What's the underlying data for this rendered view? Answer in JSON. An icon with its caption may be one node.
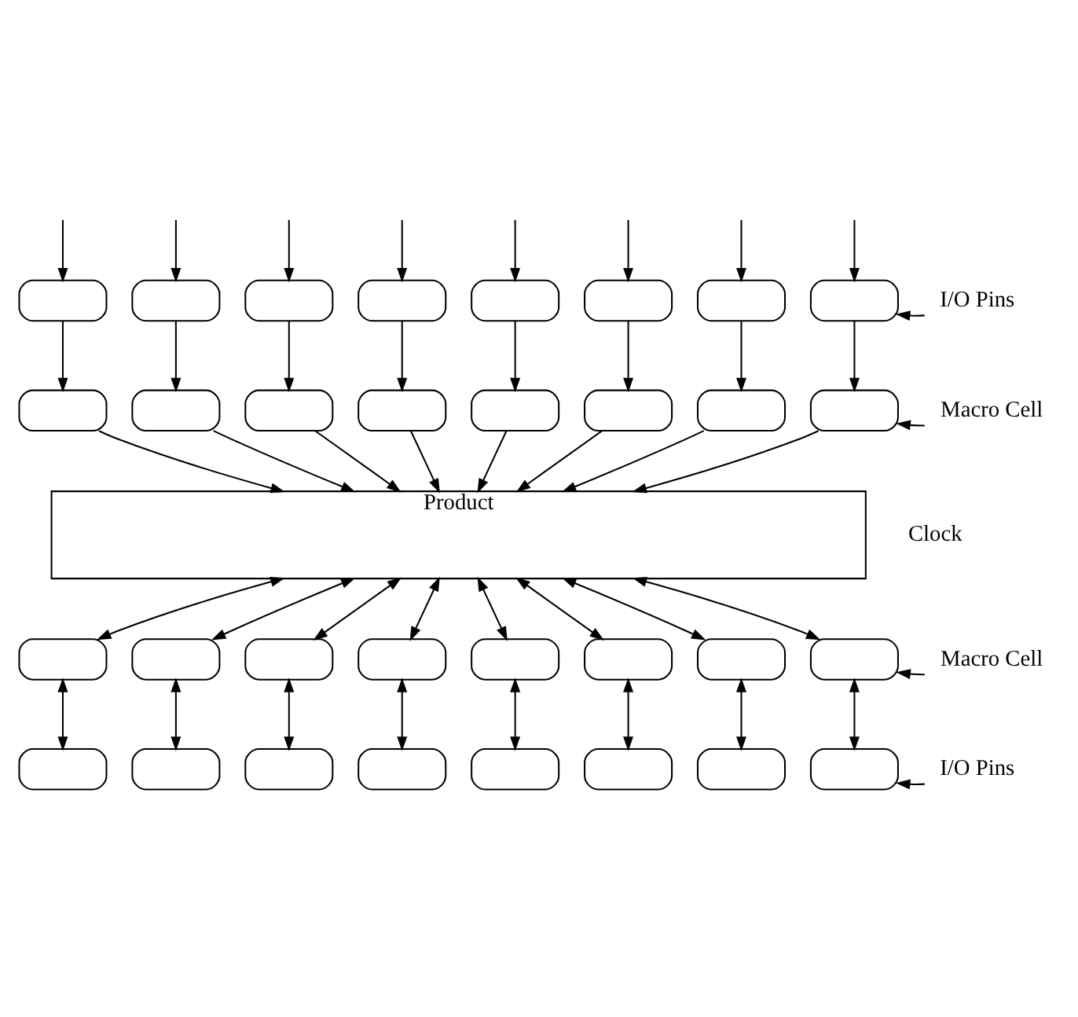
{
  "diagram": {
    "nodes": [
      {
        "text": [
          "I/O Pins"
        ]
      },
      {
        "text": [],
        "shape": "box"
      },
      {
        "text": [],
        "shape": "box"
      },
      {
        "text": [],
        "shape": "box"
      },
      {
        "text": [],
        "shape": "box"
      },
      {
        "text": [],
        "shape": "box"
      },
      {
        "text": [],
        "shape": "box"
      },
      {
        "text": [],
        "shape": "box"
      },
      {
        "text": [],
        "shape": "box"
      },
      {
        "text": [
          "Macro Cell"
        ]
      },
      {
        "text": [],
        "shape": "box"
      },
      {
        "text": [],
        "shape": "box"
      },
      {
        "text": [],
        "shape": "box"
      },
      {
        "text": [],
        "shape": "box"
      },
      {
        "text": [],
        "shape": "box"
      },
      {
        "text": [],
        "shape": "box"
      },
      {
        "text": [],
        "shape": "box"
      },
      {
        "text": [],
        "shape": "box"
      },
      {
        "text": [
          "Product"
        ]
      },
      {
        "text": [],
        "shape": "box"
      },
      {
        "text": [],
        "shape": "box"
      },
      {
        "text": [],
        "shape": "box"
      },
      {
        "text": [],
        "shape": "box"
      },
      {
        "text": [],
        "shape": "box"
      },
      {
        "text": [],
        "shape": "box"
      },
      {
        "text": [],
        "shape": "box"
      },
      {
        "text": [],
        "shape": "box"
      },
      {
        "text": [
          "Macro Cell"
        ]
      },
      {
        "text": [],
        "shape": "box"
      },
      {
        "text": [],
        "shape": "box"
      },
      {
        "text": [],
        "shape": "box"
      },
      {
        "text": [],
        "shape": "box"
      },
      {
        "text": [],
        "shape": "box"
      },
      {
        "text": [],
        "shape": "box"
      },
      {
        "text": [],
        "shape": "box"
      },
      {
        "text": [],
        "shape": "box"
      },
      {
        "text": [
          "I/O Pins"
        ]
      }
    ],
    "edges": [
      {
        "from": null,
        "to": 1,
        "arrow": "to"
      },
      {
        "from": null,
        "to": 2,
        "arrow": "to"
      },
      {
        "from": null,
        "to": 3,
        "arrow": "to"
      },
      {
        "from": null,
        "to": 4,
        "arrow": "to"
      },
      {
        "from": null,
        "to": 5,
        "arrow": "to"
      },
      {
        "from": null,
        "to": 6,
        "arrow": "to"
      },
      {
        "from": null,
        "to": 7,
        "arrow": "to"
      },
      {
        "from": null,
        "to": 8,
        "arrow": "to"
      },
      {
        "from": 0,
        "to": 8,
        "arrow": "to"
      },
      {
        "from": 1,
        "to": 10,
        "arrow": "to"
      },
      {
        "from": 2,
        "to": 11,
        "arrow": "to"
      },
      {
        "from": 3,
        "to": 12,
        "arrow": "to"
      },
      {
        "from": 4,
        "to": 13,
        "arrow": "to"
      },
      {
        "from": 5,
        "to": 14,
        "arrow": "to"
      },
      {
        "from": 6,
        "to": 15,
        "arrow": "to"
      },
      {
        "from": 7,
        "to": 16,
        "arrow": "to"
      },
      {
        "from": 8,
        "to": 17,
        "arrow": "to"
      },
      {
        "from": 9,
        "to": 17,
        "arrow": "to"
      },
      {
        "from": 10,
        "to": 18,
        "arrow": "to"
      },
      {
        "from": 11,
        "to": 18,
        "arrow": "to"
      },
      {
        "from": 12,
        "to": 18,
        "arrow": "to"
      },
      {
        "from": 13,
        "to": 18,
        "arrow": "to"
      },
      {
        "from": 14,
        "to": 18,
        "arrow": "to"
      },
      {
        "from": 15,
        "to": 18,
        "arrow": "to"
      },
      {
        "from": 16,
        "to": 18,
        "arrow": "to"
      },
      {
        "from": 17,
        "to": 18,
        "arrow": "to"
      },
      {
        "from": 18,
        "to": 19,
        "arrow": "both"
      },
      {
        "from": 18,
        "to": 20,
        "arrow": "both"
      },
      {
        "from": 18,
        "to": 21,
        "arrow": "both"
      },
      {
        "from": 18,
        "to": 22,
        "arrow": "both"
      },
      {
        "from": 18,
        "to": 23,
        "arrow": "both"
      },
      {
        "from": 18,
        "to": 24,
        "arrow": "both"
      },
      {
        "from": 18,
        "to": 25,
        "arrow": "both"
      },
      {
        "from": 18,
        "to": 26,
        "arrow": "both"
      },
      {
        "from": 27,
        "to": 26,
        "arrow": "to"
      },
      {
        "from": 19,
        "to": 28,
        "arrow": "both"
      },
      {
        "from": 20,
        "to": 29,
        "arrow": "both"
      },
      {
        "from": 21,
        "to": 30,
        "arrow": "both"
      },
      {
        "from": 22,
        "to": 31,
        "arrow": "both"
      },
      {
        "from": 23,
        "to": 32,
        "arrow": "both"
      },
      {
        "from": 24,
        "to": 33,
        "arrow": "both"
      },
      {
        "from": 25,
        "to": 34,
        "arrow": "both"
      },
      {
        "from": 26,
        "to": 35,
        "arrow": "both"
      },
      {
        "from": 36,
        "to": 35,
        "arrow": "to"
      }
    ],
    "labels": [
      "Clock"
    ]
  }
}
